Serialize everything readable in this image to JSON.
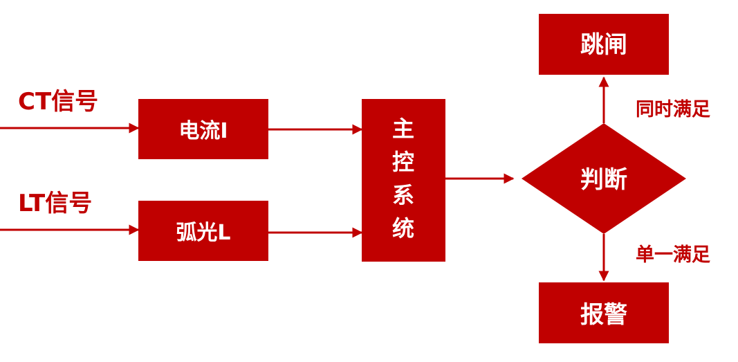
{
  "inputs": {
    "ct_signal": "CT信号",
    "lt_signal": "LT信号"
  },
  "boxes": {
    "current": "电流I",
    "arc_light": "弧光L",
    "main_control": [
      "主",
      "控",
      "系",
      "统"
    ],
    "judge": "判断",
    "trip": "跳闸",
    "alarm": "报警"
  },
  "conditions": {
    "both_met": "同时满足",
    "single_met": "单一满足"
  },
  "colors": {
    "accent": "#c00000",
    "text_on_accent": "#ffffff",
    "background": "#ffffff"
  }
}
